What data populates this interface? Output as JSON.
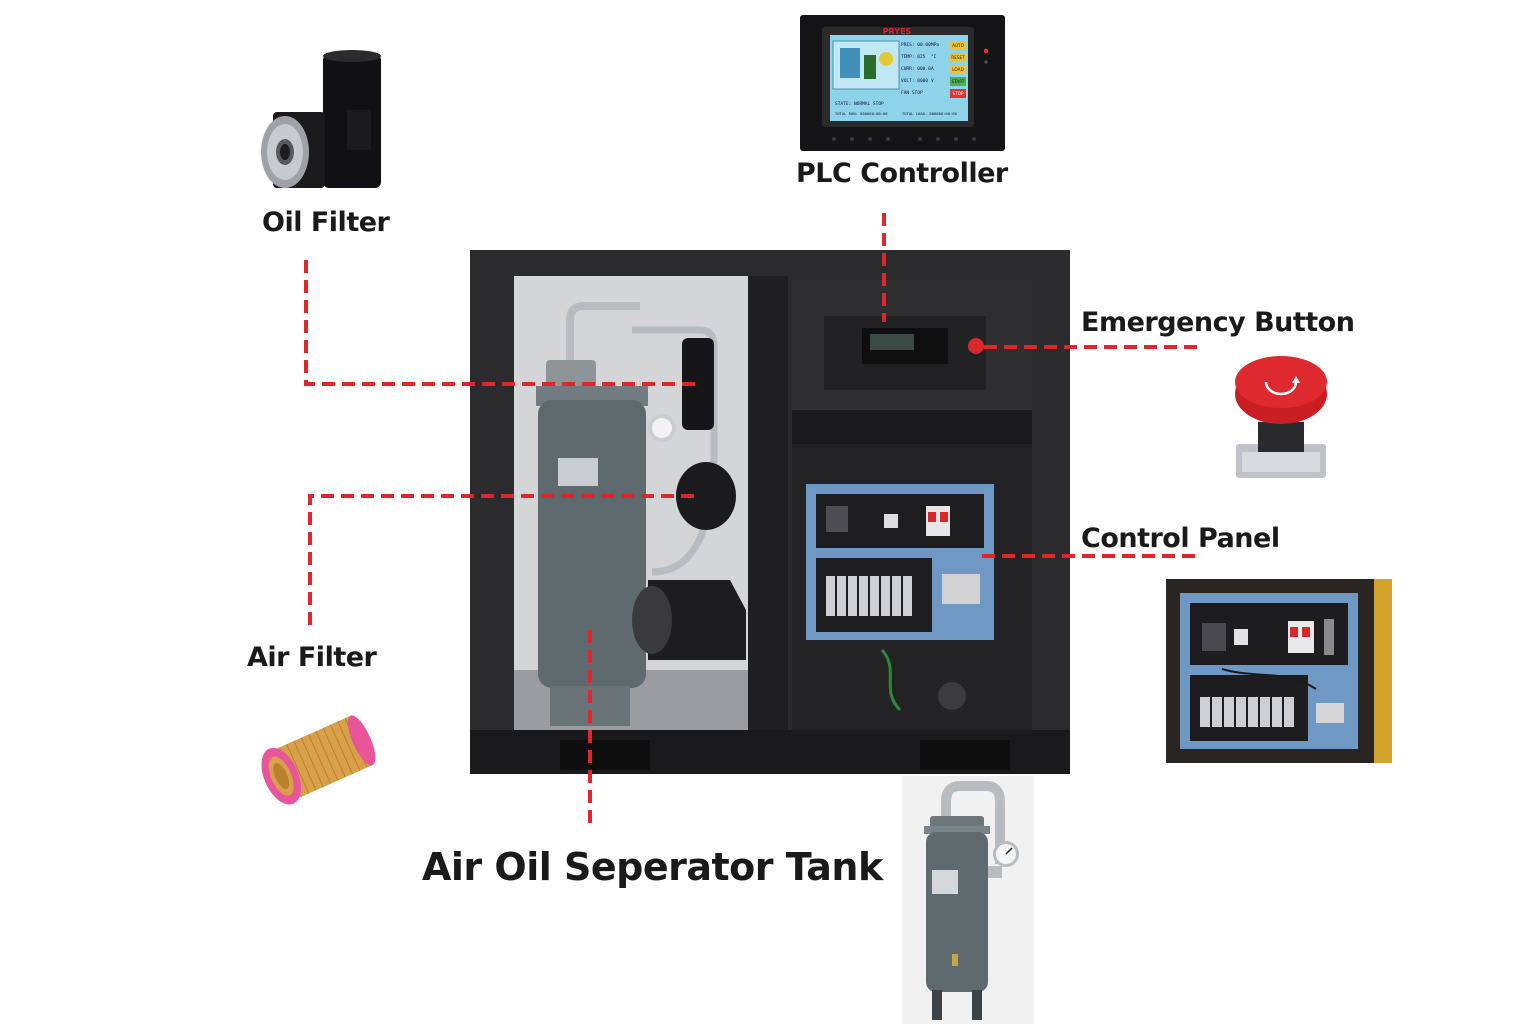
{
  "labels": {
    "oil_filter": "Oil Filter",
    "plc_controller": "PLC Controller",
    "emergency_button": "Emergency Button",
    "control_panel": "Control Panel",
    "air_filter": "Air Filter",
    "separator_tank": "Air Oil Seperator Tank"
  },
  "plc_screen": {
    "brand": "PRYES",
    "rows": [
      {
        "text": "PRES: 00.00",
        "unit": "MPa",
        "key": "AUTO"
      },
      {
        "text": "TEMP: 025",
        "unit": "°C",
        "key": "RESET"
      },
      {
        "text": "CURR: 000.0",
        "unit": "A",
        "key": "LOAD"
      },
      {
        "text": "VOLT: 0000",
        "unit": "V",
        "key": "START"
      },
      {
        "text": "FAN STOP",
        "unit": "",
        "key": "STOP"
      }
    ],
    "status": "STATE:   NORMAL STOP",
    "footer_left": "TOTAL RUN: 000000:00:00",
    "footer_right": "TOTAL LOAD: 000000:00:00"
  },
  "colors": {
    "leader_line": "#e0262b",
    "cabinet": "#2b2b2d",
    "tank": "#5f6a6f",
    "panel_blue": "#6f98c4",
    "button_red": "#d8282c",
    "filter_pink": "#e8559a",
    "filter_orange": "#d9a04a"
  }
}
